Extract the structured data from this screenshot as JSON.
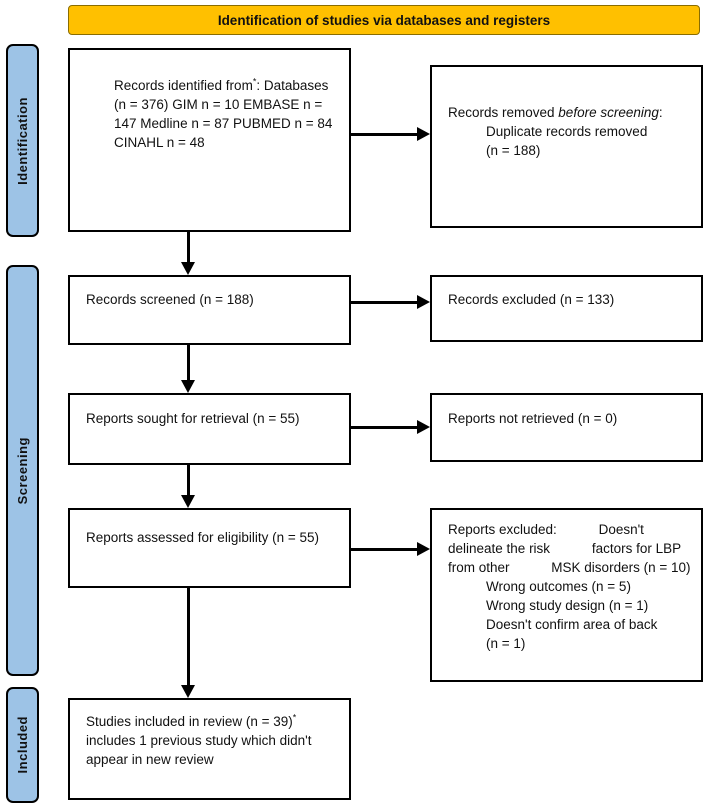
{
  "banner": {
    "label": "Identification of studies via databases and registers"
  },
  "colors": {
    "banner_bg": "#FFC000",
    "sidebar_bg": "#9DC3E6",
    "box_border": "#000000",
    "arrow": "#000000"
  },
  "sidebar": {
    "stages": [
      {
        "label": "Identification"
      },
      {
        "label": "Screening"
      },
      {
        "label": "Included"
      }
    ]
  },
  "flow": {
    "records_identified": {
      "title_prefix": "Records identified from",
      "title_sup": "*",
      "title_suffix": ":",
      "lines": [
        "Databases (n = 376)",
        "GIM n = 10",
        "EMBASE n = 147",
        "Medline n = 87",
        "PUBMED n = 84",
        "CINAHL n = 48"
      ]
    },
    "records_removed": {
      "line1_normal": "Records removed ",
      "line1_italic": "before",
      "line2_italic": "screening",
      "line2_suffix": ":",
      "items": [
        "Duplicate records removed",
        "(n = 188)"
      ]
    },
    "records_screened": {
      "lines": [
        "Records screened",
        "(n = 188)"
      ]
    },
    "records_excluded": {
      "lines": [
        "Records excluded",
        "(n = 133)"
      ]
    },
    "reports_sought": {
      "lines": [
        "Reports sought for retrieval",
        "(n = 55)"
      ]
    },
    "reports_not_retrieved": {
      "lines": [
        "Reports not retrieved",
        "(n = 0)"
      ]
    },
    "reports_assessed": {
      "lines": [
        "Reports assessed for eligibility",
        "(n = 55)"
      ]
    },
    "reports_excluded": {
      "title": "Reports excluded:",
      "items": [
        "Doesn't delineate the risk",
        "factors for LBP from other",
        "MSK disorders (n = 10)",
        "Wrong outcomes (n = 5)",
        "Wrong study design (n = 1)",
        "Doesn't confirm area of back",
        "(n = 1)"
      ]
    },
    "studies_included": {
      "line1": "Studies included in review",
      "line2_prefix": "(n = 39)",
      "line2_sup": "*",
      "line2_suffix": " includes 1 previous",
      "line3": "study which didn't appear in new",
      "line4": "review"
    }
  }
}
